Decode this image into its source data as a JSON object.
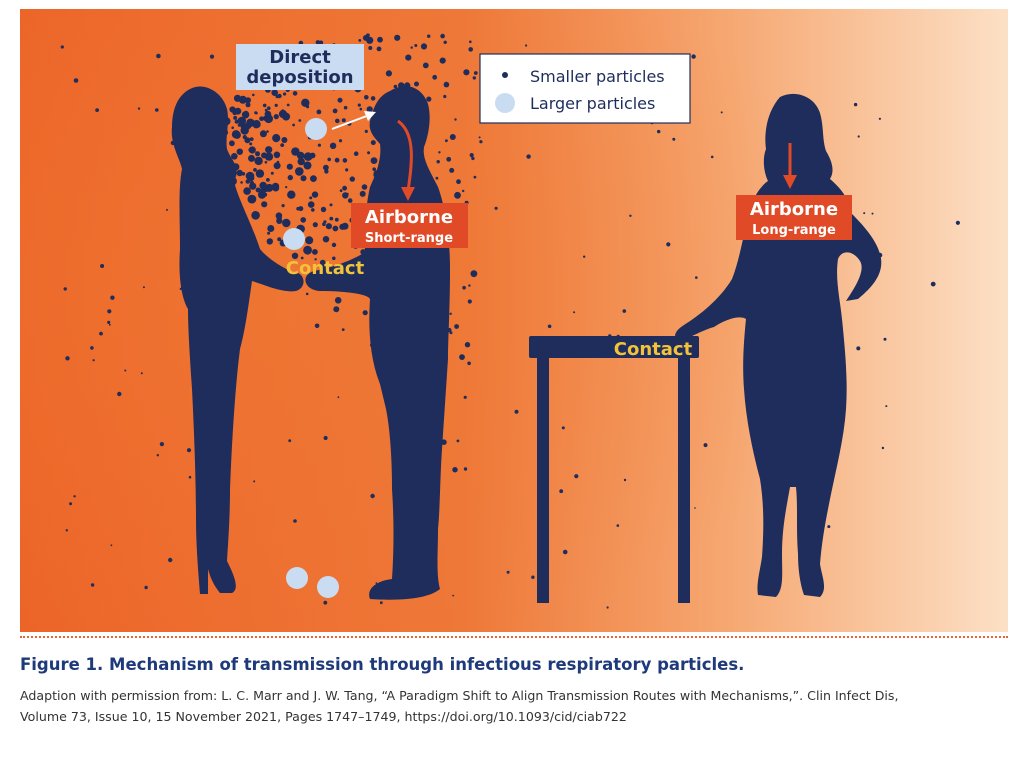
{
  "legend": {
    "small_label": "Smaller particles",
    "large_label": "Larger particles"
  },
  "labels": {
    "direct_deposition": "Direct\ndeposition",
    "airborne_short_title": "Airborne",
    "airborne_short_sub": "Short-range",
    "airborne_long_title": "Airborne",
    "airborne_long_sub": "Long-range",
    "contact_handshake": "Contact",
    "contact_table": "Contact"
  },
  "caption": {
    "title": "Figure 1. Mechanism of transmission through infectious respiratory particles.",
    "credit_line1": "Adaption with permission from: L. C. Marr and J. W. Tang, “A Paradigm Shift to Align Transmission Routes with Mechanisms,”. Clin Infect Dis,",
    "credit_line2": "Volume 73, Issue 10, 15 November 2021, Pages 1747–1749, https://doi.org/10.1093/cid/ciab722"
  },
  "colors": {
    "silhouette": "#1e2d5c",
    "label_red": "#e04a26",
    "label_yellow": "#f2c23a",
    "label_blue_bg": "#c9dcf2",
    "large_particle": "#c9dcf2",
    "bg_left": "#ed6b2c",
    "bg_right": "#fbd6b8"
  }
}
